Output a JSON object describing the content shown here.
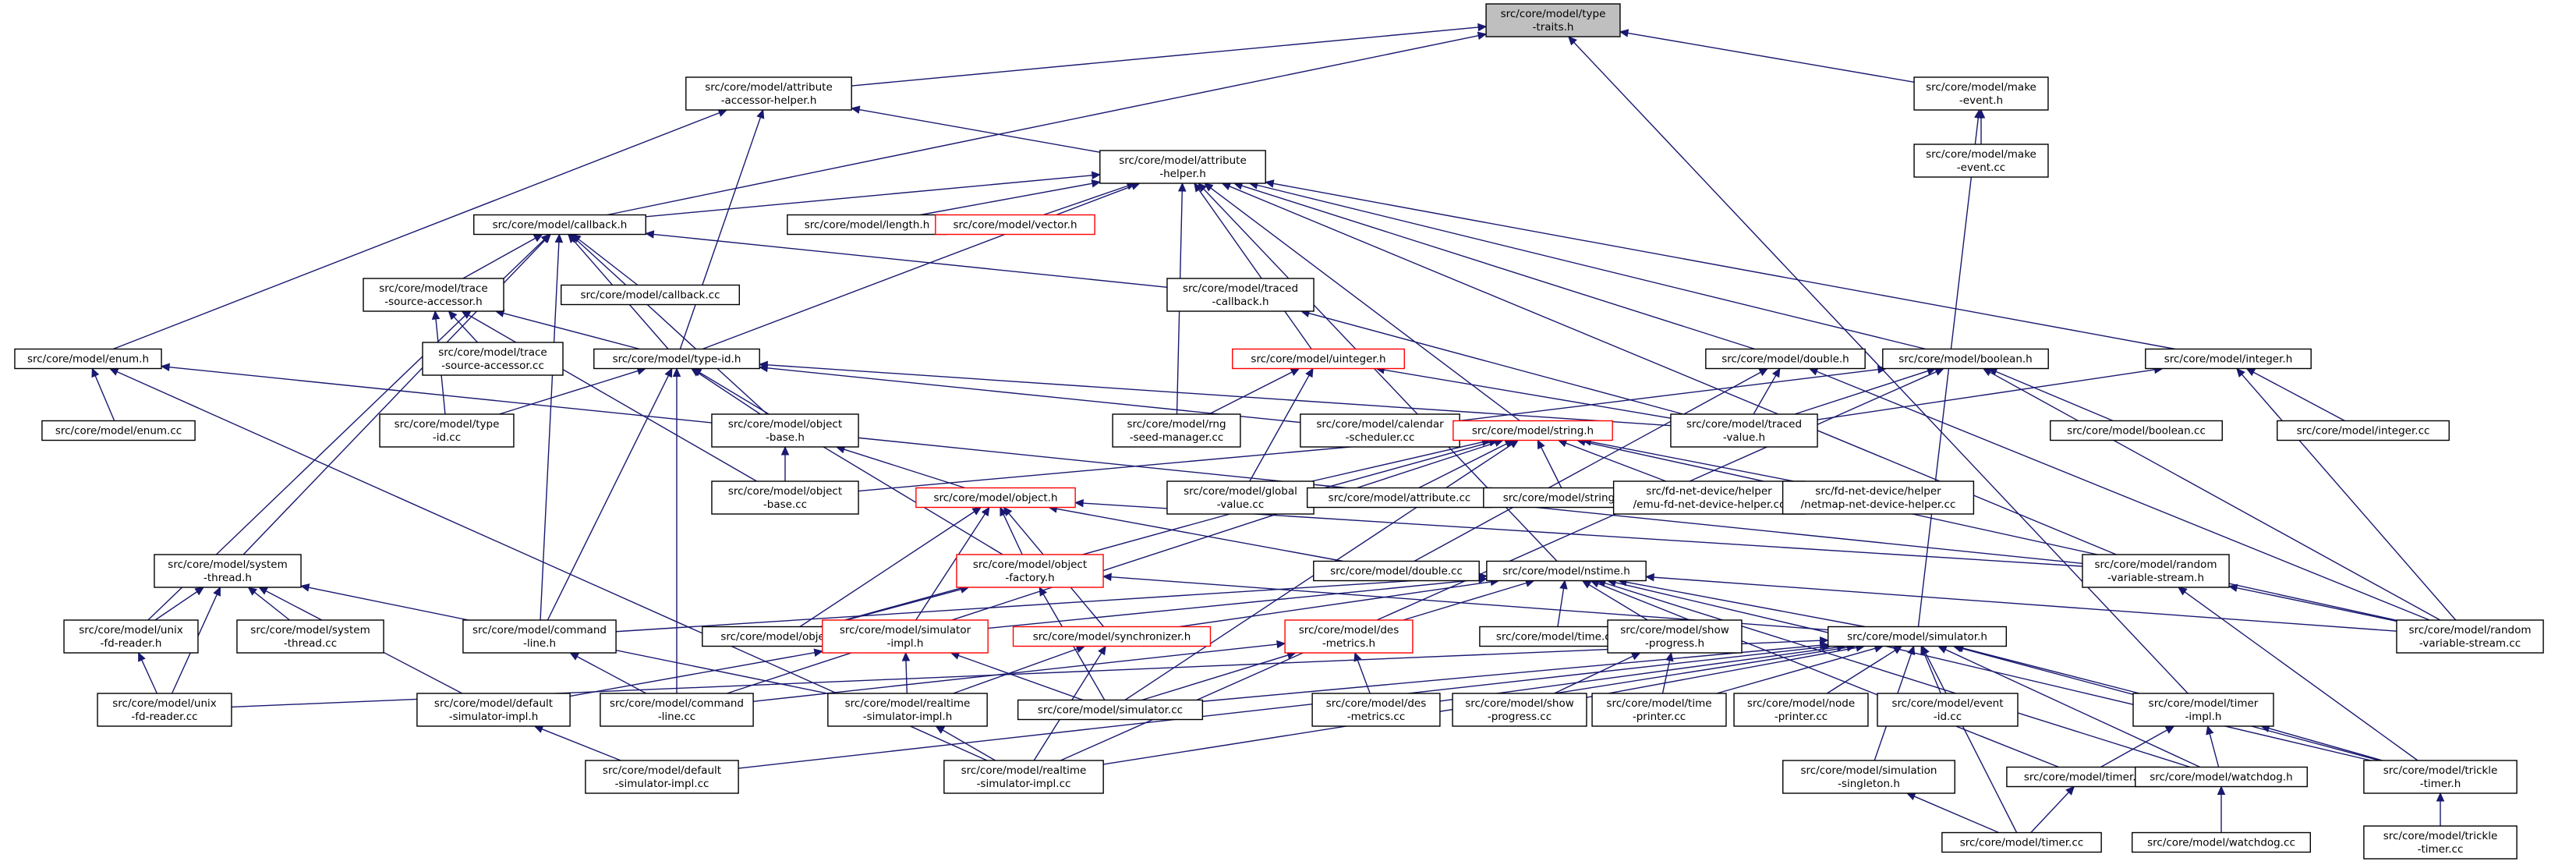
{
  "graph": {
    "colors": {
      "edge": "#191970",
      "root_fill": "#bfbfbf",
      "missing_border": "#ff0000",
      "node_border": "#000000"
    },
    "nodes": [
      {
        "id": "type-traits",
        "lines": [
          "src/core/model/type",
          "-traits.h"
        ],
        "root": true
      },
      {
        "id": "attr-accessor-helper",
        "lines": [
          "src/core/model/attribute",
          "-accessor-helper.h"
        ]
      },
      {
        "id": "make-event",
        "lines": [
          "src/core/model/make",
          "-event.h"
        ]
      },
      {
        "id": "make-event-cc",
        "lines": [
          "src/core/model/make",
          "-event.cc"
        ]
      },
      {
        "id": "attribute-helper",
        "lines": [
          "src/core/model/attribute",
          "-helper.h"
        ]
      },
      {
        "id": "callback",
        "lines": [
          "src/core/model/callback.h"
        ]
      },
      {
        "id": "length",
        "lines": [
          "src/core/model/length.h"
        ]
      },
      {
        "id": "vector",
        "lines": [
          "src/core/model/vector.h"
        ],
        "red": true
      },
      {
        "id": "trace-source-accessor",
        "lines": [
          "src/core/model/trace",
          "-source-accessor.h"
        ]
      },
      {
        "id": "callback-cc",
        "lines": [
          "src/core/model/callback.cc"
        ]
      },
      {
        "id": "traced-callback",
        "lines": [
          "src/core/model/traced",
          "-callback.h"
        ]
      },
      {
        "id": "enum",
        "lines": [
          "src/core/model/enum.h"
        ]
      },
      {
        "id": "trace-source-accessor-cc",
        "lines": [
          "src/core/model/trace",
          "-source-accessor.cc"
        ]
      },
      {
        "id": "type-id",
        "lines": [
          "src/core/model/type-id.h"
        ]
      },
      {
        "id": "uinteger",
        "lines": [
          "src/core/model/uinteger.h"
        ],
        "red": true
      },
      {
        "id": "double",
        "lines": [
          "src/core/model/double.h"
        ]
      },
      {
        "id": "boolean",
        "lines": [
          "src/core/model/boolean.h"
        ]
      },
      {
        "id": "integer",
        "lines": [
          "src/core/model/integer.h"
        ]
      },
      {
        "id": "enum-cc",
        "lines": [
          "src/core/model/enum.cc"
        ]
      },
      {
        "id": "type-id-cc",
        "lines": [
          "src/core/model/type",
          "-id.cc"
        ]
      },
      {
        "id": "object-base",
        "lines": [
          "src/core/model/object",
          "-base.h"
        ]
      },
      {
        "id": "rng-seed-manager",
        "lines": [
          "src/core/model/rng",
          "-seed-manager.cc"
        ]
      },
      {
        "id": "calendar-scheduler",
        "lines": [
          "src/core/model/calendar",
          "-scheduler.cc"
        ]
      },
      {
        "id": "traced-value",
        "lines": [
          "src/core/model/traced",
          "-value.h"
        ]
      },
      {
        "id": "boolean-cc",
        "lines": [
          "src/core/model/boolean.cc"
        ]
      },
      {
        "id": "integer-cc",
        "lines": [
          "src/core/model/integer.cc"
        ]
      },
      {
        "id": "string",
        "lines": [
          "src/core/model/string.h"
        ],
        "red": true
      },
      {
        "id": "object-base-cc",
        "lines": [
          "src/core/model/object",
          "-base.cc"
        ]
      },
      {
        "id": "object",
        "lines": [
          "src/core/model/object.h"
        ],
        "red": true
      },
      {
        "id": "global-value",
        "lines": [
          "src/core/model/global",
          "-value.cc"
        ]
      },
      {
        "id": "attribute-cc",
        "lines": [
          "src/core/model/attribute.cc"
        ]
      },
      {
        "id": "string-cc",
        "lines": [
          "src/core/model/string.cc"
        ]
      },
      {
        "id": "emu-fd",
        "lines": [
          "src/fd-net-device/helper",
          "/emu-fd-net-device-helper.cc"
        ]
      },
      {
        "id": "netmap-fd",
        "lines": [
          "src/fd-net-device/helper",
          "/netmap-net-device-helper.cc"
        ]
      },
      {
        "id": "system-thread",
        "lines": [
          "src/core/model/system",
          "-thread.h"
        ]
      },
      {
        "id": "object-factory",
        "lines": [
          "src/core/model/object",
          "-factory.h"
        ],
        "red": true
      },
      {
        "id": "double-cc",
        "lines": [
          "src/core/model/double.cc"
        ]
      },
      {
        "id": "nstime",
        "lines": [
          "src/core/model/nstime.h"
        ]
      },
      {
        "id": "random-variable-stream",
        "lines": [
          "src/core/model/random",
          "-variable-stream.h"
        ]
      },
      {
        "id": "unix-fd-reader",
        "lines": [
          "src/core/model/unix",
          "-fd-reader.h"
        ]
      },
      {
        "id": "system-thread-cc",
        "lines": [
          "src/core/model/system",
          "-thread.cc"
        ]
      },
      {
        "id": "command-line",
        "lines": [
          "src/core/model/command",
          "-line.h"
        ]
      },
      {
        "id": "object-cc",
        "lines": [
          "src/core/model/object.cc"
        ]
      },
      {
        "id": "simulator-impl",
        "lines": [
          "src/core/model/simulator",
          "-impl.h"
        ],
        "red": true
      },
      {
        "id": "synchronizer",
        "lines": [
          "src/core/model/synchronizer.h"
        ],
        "red": true
      },
      {
        "id": "des-metrics",
        "lines": [
          "src/core/model/des",
          "-metrics.h"
        ],
        "red": true
      },
      {
        "id": "time-cc",
        "lines": [
          "src/core/model/time.cc"
        ]
      },
      {
        "id": "show-progress",
        "lines": [
          "src/core/model/show",
          "-progress.h"
        ]
      },
      {
        "id": "simulator",
        "lines": [
          "src/core/model/simulator.h"
        ]
      },
      {
        "id": "random-variable-stream-cc",
        "lines": [
          "src/core/model/random",
          "-variable-stream.cc"
        ]
      },
      {
        "id": "unix-fd-reader-cc",
        "lines": [
          "src/core/model/unix",
          "-fd-reader.cc"
        ]
      },
      {
        "id": "default-simulator-impl",
        "lines": [
          "src/core/model/default",
          "-simulator-impl.h"
        ]
      },
      {
        "id": "command-line-cc",
        "lines": [
          "src/core/model/command",
          "-line.cc"
        ]
      },
      {
        "id": "realtime-simulator-impl",
        "lines": [
          "src/core/model/realtime",
          "-simulator-impl.h"
        ]
      },
      {
        "id": "simulator-cc",
        "lines": [
          "src/core/model/simulator.cc"
        ]
      },
      {
        "id": "des-metrics-cc",
        "lines": [
          "src/core/model/des",
          "-metrics.cc"
        ]
      },
      {
        "id": "show-progress-cc",
        "lines": [
          "src/core/model/show",
          "-progress.cc"
        ]
      },
      {
        "id": "time-printer",
        "lines": [
          "src/core/model/time",
          "-printer.cc"
        ]
      },
      {
        "id": "node-printer",
        "lines": [
          "src/core/model/node",
          "-printer.cc"
        ]
      },
      {
        "id": "event-id",
        "lines": [
          "src/core/model/event",
          "-id.cc"
        ]
      },
      {
        "id": "timer-impl",
        "lines": [
          "src/core/model/timer",
          "-impl.h"
        ]
      },
      {
        "id": "default-simulator-impl-cc",
        "lines": [
          "src/core/model/default",
          "-simulator-impl.cc"
        ]
      },
      {
        "id": "realtime-simulator-impl-cc",
        "lines": [
          "src/core/model/realtime",
          "-simulator-impl.cc"
        ]
      },
      {
        "id": "simulation-singleton",
        "lines": [
          "src/core/model/simulation",
          "-singleton.h"
        ]
      },
      {
        "id": "timer",
        "lines": [
          "src/core/model/timer.h"
        ]
      },
      {
        "id": "watchdog",
        "lines": [
          "src/core/model/watchdog.h"
        ]
      },
      {
        "id": "trickle-timer",
        "lines": [
          "src/core/model/trickle",
          "-timer.h"
        ]
      },
      {
        "id": "timer-cc",
        "lines": [
          "src/core/model/timer.cc"
        ]
      },
      {
        "id": "watchdog-cc",
        "lines": [
          "src/core/model/watchdog.cc"
        ]
      },
      {
        "id": "trickle-timer-cc",
        "lines": [
          "src/core/model/trickle",
          "-timer.cc"
        ]
      }
    ],
    "edges": [
      [
        "attr-accessor-helper",
        "type-traits"
      ],
      [
        "make-event",
        "type-traits"
      ],
      [
        "callback",
        "type-traits"
      ],
      [
        "timer-impl",
        "type-traits"
      ],
      [
        "make-event-cc",
        "make-event"
      ],
      [
        "simulator",
        "make-event"
      ],
      [
        "attribute-helper",
        "attr-accessor-helper"
      ],
      [
        "type-id",
        "attr-accessor-helper"
      ],
      [
        "enum",
        "attr-accessor-helper"
      ],
      [
        "callback",
        "attribute-helper"
      ],
      [
        "length",
        "attribute-helper"
      ],
      [
        "vector",
        "attribute-helper"
      ],
      [
        "type-id",
        "attribute-helper"
      ],
      [
        "rng-seed-manager",
        "attribute-helper"
      ],
      [
        "uinteger",
        "attribute-helper"
      ],
      [
        "string",
        "attribute-helper"
      ],
      [
        "double",
        "attribute-helper"
      ],
      [
        "boolean",
        "attribute-helper"
      ],
      [
        "integer",
        "attribute-helper"
      ],
      [
        "random-variable-stream",
        "attribute-helper"
      ],
      [
        "nstime",
        "attribute-helper"
      ],
      [
        "trace-source-accessor",
        "callback"
      ],
      [
        "callback-cc",
        "callback"
      ],
      [
        "traced-callback",
        "callback"
      ],
      [
        "type-id",
        "callback"
      ],
      [
        "object-base",
        "callback"
      ],
      [
        "system-thread",
        "callback"
      ],
      [
        "command-line",
        "callback"
      ],
      [
        "unix-fd-reader",
        "callback"
      ],
      [
        "traced-value",
        "traced-callback"
      ],
      [
        "trace-source-accessor-cc",
        "trace-source-accessor"
      ],
      [
        "type-id",
        "trace-source-accessor"
      ],
      [
        "type-id-cc",
        "trace-source-accessor"
      ],
      [
        "object-base-cc",
        "trace-source-accessor"
      ],
      [
        "enum-cc",
        "enum"
      ],
      [
        "random-variable-stream",
        "enum"
      ],
      [
        "realtime-simulator-impl-cc",
        "enum"
      ],
      [
        "type-id-cc",
        "type-id"
      ],
      [
        "object-base",
        "type-id"
      ],
      [
        "calendar-scheduler",
        "type-id"
      ],
      [
        "traced-value",
        "type-id"
      ],
      [
        "object-factory",
        "type-id"
      ],
      [
        "command-line",
        "type-id"
      ],
      [
        "command-line-cc",
        "type-id"
      ],
      [
        "rng-seed-manager",
        "uinteger"
      ],
      [
        "traced-value",
        "uinteger"
      ],
      [
        "global-value",
        "uinteger"
      ],
      [
        "traced-value",
        "double"
      ],
      [
        "double-cc",
        "double"
      ],
      [
        "random-variable-stream-cc",
        "double"
      ],
      [
        "calendar-scheduler",
        "boolean"
      ],
      [
        "traced-value",
        "boolean"
      ],
      [
        "boolean-cc",
        "boolean"
      ],
      [
        "random-variable-stream-cc",
        "boolean"
      ],
      [
        "realtime-simulator-impl-cc",
        "boolean"
      ],
      [
        "traced-value",
        "integer"
      ],
      [
        "integer-cc",
        "integer"
      ],
      [
        "random-variable-stream-cc",
        "integer"
      ],
      [
        "object-base-cc",
        "object-base"
      ],
      [
        "object",
        "object-base"
      ],
      [
        "object-base-cc",
        "string"
      ],
      [
        "global-value",
        "string"
      ],
      [
        "attribute-cc",
        "string"
      ],
      [
        "string-cc",
        "string"
      ],
      [
        "emu-fd",
        "string"
      ],
      [
        "netmap-fd",
        "string"
      ],
      [
        "object-cc",
        "string"
      ],
      [
        "command-line-cc",
        "string"
      ],
      [
        "simulator-cc",
        "string"
      ],
      [
        "random-variable-stream-cc",
        "string"
      ],
      [
        "object-factory",
        "object"
      ],
      [
        "object-cc",
        "object"
      ],
      [
        "double-cc",
        "object"
      ],
      [
        "random-variable-stream",
        "object"
      ],
      [
        "simulator-impl",
        "object"
      ],
      [
        "synchronizer",
        "object"
      ],
      [
        "simulator",
        "object-factory"
      ],
      [
        "object-cc",
        "object-factory"
      ],
      [
        "simulator-cc",
        "object-factory"
      ],
      [
        "unix-fd-reader",
        "system-thread"
      ],
      [
        "system-thread-cc",
        "system-thread"
      ],
      [
        "default-simulator-impl",
        "system-thread"
      ],
      [
        "realtime-simulator-impl",
        "system-thread"
      ],
      [
        "unix-fd-reader-cc",
        "system-thread"
      ],
      [
        "unix-fd-reader-cc",
        "unix-fd-reader"
      ],
      [
        "command-line",
        "nstime"
      ],
      [
        "simulator-impl",
        "nstime"
      ],
      [
        "synchronizer",
        "nstime"
      ],
      [
        "des-metrics",
        "nstime"
      ],
      [
        "time-cc",
        "nstime"
      ],
      [
        "show-progress",
        "nstime"
      ],
      [
        "simulator",
        "nstime"
      ],
      [
        "random-variable-stream-cc",
        "nstime"
      ],
      [
        "timer",
        "nstime"
      ],
      [
        "watchdog",
        "nstime"
      ],
      [
        "trickle-timer",
        "nstime"
      ],
      [
        "random-variable-stream-cc",
        "random-variable-stream"
      ],
      [
        "trickle-timer",
        "random-variable-stream"
      ],
      [
        "command-line-cc",
        "command-line"
      ],
      [
        "default-simulator-impl",
        "simulator-impl"
      ],
      [
        "realtime-simulator-impl",
        "simulator-impl"
      ],
      [
        "simulator-cc",
        "simulator-impl"
      ],
      [
        "realtime-simulator-impl",
        "synchronizer"
      ],
      [
        "realtime-simulator-impl-cc",
        "synchronizer"
      ],
      [
        "simulator-cc",
        "des-metrics"
      ],
      [
        "des-metrics-cc",
        "des-metrics"
      ],
      [
        "command-line-cc",
        "des-metrics"
      ],
      [
        "show-progress-cc",
        "show-progress"
      ],
      [
        "time-printer",
        "show-progress"
      ],
      [
        "default-simulator-impl-cc",
        "simulator"
      ],
      [
        "realtime-simulator-impl-cc",
        "simulator"
      ],
      [
        "simulator-cc",
        "simulator"
      ],
      [
        "des-metrics-cc",
        "simulator"
      ],
      [
        "show-progress-cc",
        "simulator"
      ],
      [
        "time-printer",
        "simulator"
      ],
      [
        "node-printer",
        "simulator"
      ],
      [
        "event-id",
        "simulator"
      ],
      [
        "timer-impl",
        "simulator"
      ],
      [
        "simulation-singleton",
        "simulator"
      ],
      [
        "timer-cc",
        "simulator"
      ],
      [
        "watchdog",
        "simulator"
      ],
      [
        "trickle-timer",
        "simulator"
      ],
      [
        "unix-fd-reader-cc",
        "simulator"
      ],
      [
        "default-simulator-impl-cc",
        "default-simulator-impl"
      ],
      [
        "realtime-simulator-impl-cc",
        "realtime-simulator-impl"
      ],
      [
        "timer",
        "timer-impl"
      ],
      [
        "watchdog",
        "timer-impl"
      ],
      [
        "trickle-timer",
        "timer-impl"
      ],
      [
        "timer-cc",
        "simulation-singleton"
      ],
      [
        "timer-cc",
        "timer"
      ],
      [
        "watchdog-cc",
        "watchdog"
      ],
      [
        "trickle-timer-cc",
        "trickle-timer"
      ]
    ]
  }
}
